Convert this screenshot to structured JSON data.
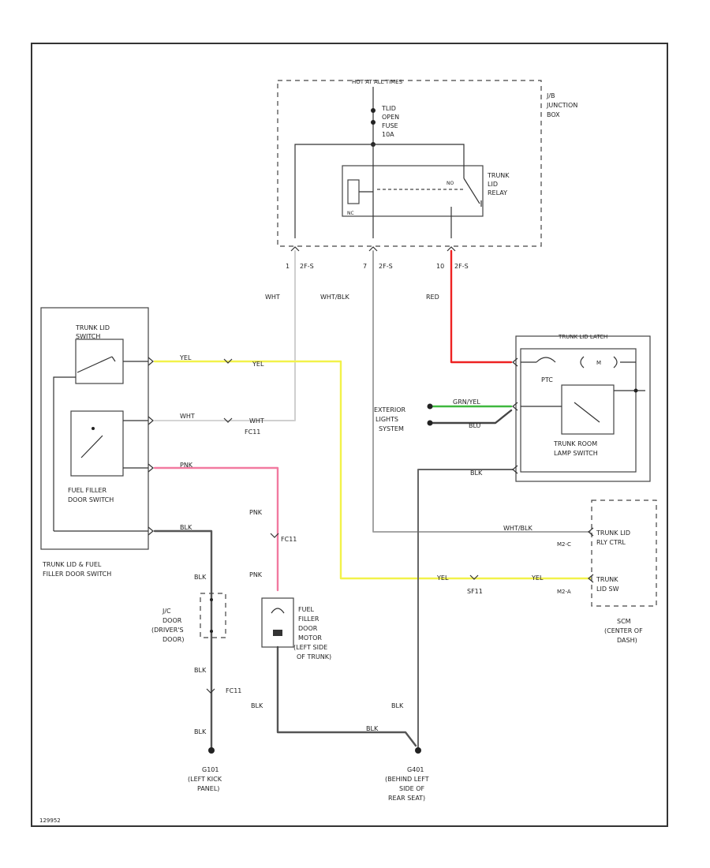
{
  "diagram": {
    "hot_label": "HOT AT ALL TIMES",
    "fuse_label": [
      "TLID",
      "OPEN",
      "FUSE",
      "10A"
    ],
    "junction_box": [
      "J/B",
      "JUNCTION",
      "BOX"
    ],
    "relay_label": [
      "TRUNK",
      "LID",
      "RELAY"
    ],
    "relay_pins": [
      "NO",
      "NC"
    ],
    "pin1": "1",
    "pin7": "7",
    "pin10": "10",
    "conn1": "2F-S",
    "conn7": "2F-S",
    "conn10": "2F-S",
    "wire_wht": "WHT",
    "wire_whtblk": "WHT/BLK",
    "wire_red": "RED",
    "trunk_lid_switch": [
      "TRUNK LID",
      "SWITCH"
    ],
    "fuel_filler_switch": [
      "FUEL FILLER",
      "DOOR SWITCH"
    ],
    "switch_assembly": [
      "TRUNK LID & FUEL",
      "FILLER DOOR SWITCH"
    ],
    "yel": "YEL",
    "pnk": "PNK",
    "blk": "BLK",
    "fc11": "FC11",
    "sf11": "SF11",
    "exterior_lights": [
      "EXTERIOR",
      "LIGHTS",
      "SYSTEM"
    ],
    "grn_yel": "GRN/YEL",
    "blu": "BLU",
    "trunk_lid_latch": "TRUNK LID LATCH",
    "ptc": "PTC",
    "trunk_room_switch": [
      "TRUNK ROOM",
      "LAMP SWITCH"
    ],
    "trunk_lid_rly_ctrl": [
      "TRUNK LID",
      "RLY CTRL"
    ],
    "trunk_lid_sw": [
      "TRUNK",
      "LID SW"
    ],
    "m2c": "M2-C",
    "m2a": "M2-A",
    "scm": [
      "SCM",
      "(CENTER OF",
      "DASH)"
    ],
    "jc_label": [
      "J/C",
      "DOOR",
      "(DRIVER'S",
      "DOOR)"
    ],
    "fuel_motor": [
      "FUEL",
      "FILLER",
      "DOOR",
      "MOTOR",
      "(LEFT SIDE",
      "OF TRUNK)"
    ],
    "g101": [
      "G101",
      "(LEFT KICK",
      "PANEL)"
    ],
    "g401": [
      "G401",
      "(BEHIND LEFT",
      "SIDE OF",
      "REAR SEAT)"
    ],
    "footer": "129952"
  }
}
